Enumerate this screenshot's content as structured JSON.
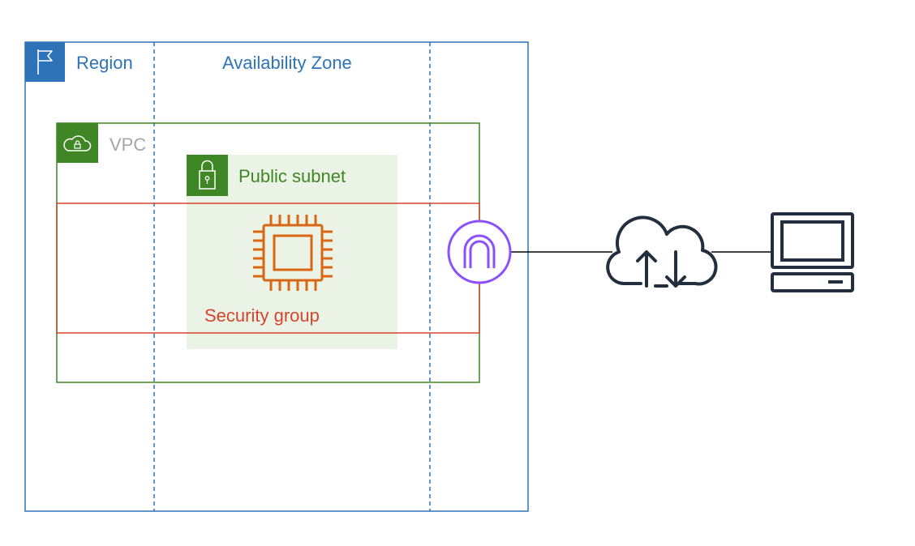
{
  "labels": {
    "region": "Region",
    "availability_zone": "Availability Zone",
    "vpc": "VPC",
    "public_subnet": "Public subnet",
    "security_group": "Security group"
  },
  "icons": {
    "region": "flag-icon",
    "vpc": "cloud-lock-icon",
    "subnet": "padlock-icon",
    "instance": "chip-icon",
    "gateway": "internet-gateway-icon",
    "internet": "cloud-upload-download-icon",
    "client": "computer-icon"
  },
  "colors": {
    "region": "#2E73B8",
    "vpc": "#3F8624",
    "vpc_text": "#A6A6A6",
    "subnet": "#3F8624",
    "subnet_fill": "#EBF3E6",
    "security_group": "#D6452B",
    "instance": "#D86613",
    "gateway": "#8C4FFF",
    "internet": "#232F3E",
    "client": "#232F3E"
  }
}
